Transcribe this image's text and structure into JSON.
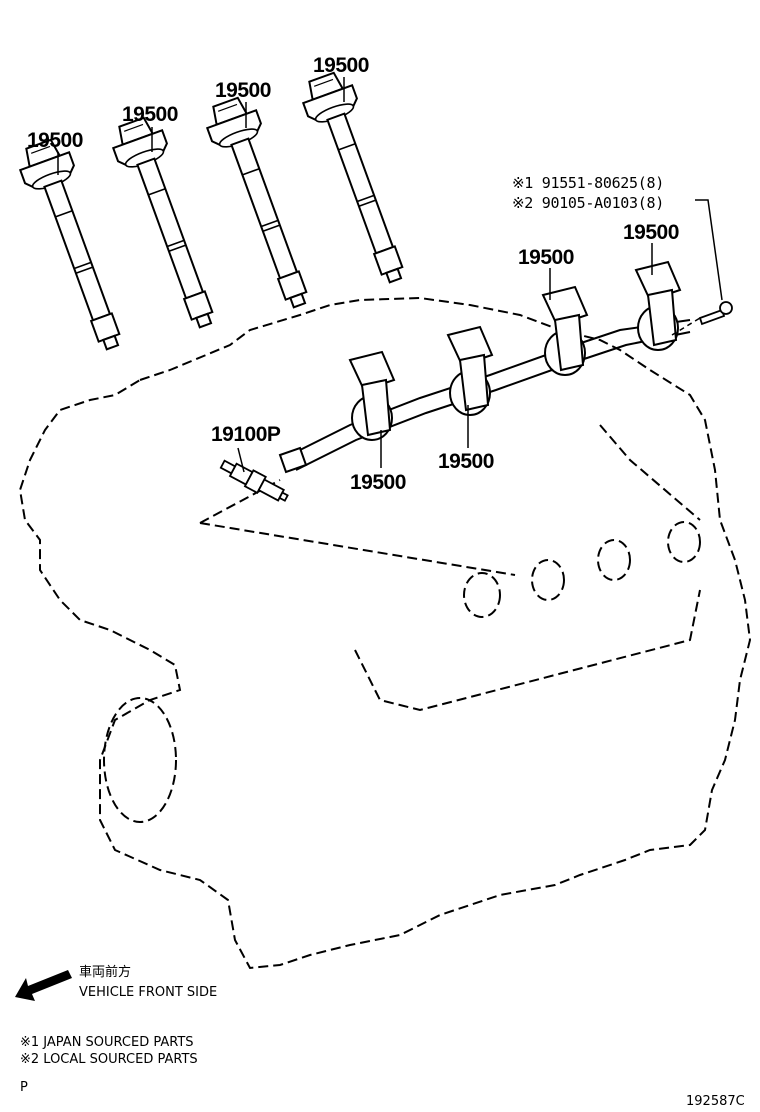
{
  "callouts": {
    "coil_1": "19500",
    "coil_2": "19500",
    "coil_3": "19500",
    "coil_4": "19500",
    "coil_5": "19500",
    "coil_6": "19500",
    "coil_7": "19500",
    "coil_8": "19500",
    "spark_plug": "19100P"
  },
  "bolt_notes": {
    "line1": "※1 91551-80625(8)",
    "line2": "※2 90105-A0103(8)"
  },
  "direction": {
    "jp": "車両前方",
    "en": "VEHICLE FRONT SIDE"
  },
  "legend": {
    "item1": "※1 JAPAN SOURCED PARTS",
    "item2": "※2 LOCAL SOURCED PARTS"
  },
  "footer": {
    "left": "P",
    "right": "192587C"
  }
}
